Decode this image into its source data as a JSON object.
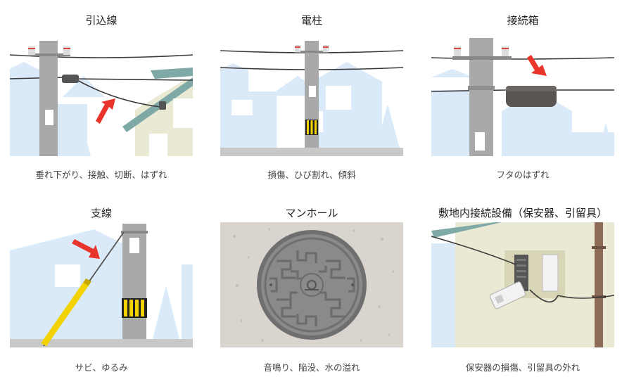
{
  "cards": [
    {
      "title": "引込線",
      "caption": "垂れ下がり、接触、切断、はずれ"
    },
    {
      "title": "電柱",
      "caption": "損傷、ひび割れ、傾斜"
    },
    {
      "title": "接続箱",
      "caption": "フタのはずれ"
    },
    {
      "title": "支線",
      "caption": "サビ、ゆるみ"
    },
    {
      "title": "マンホール",
      "caption": "音鳴り、陥没、水の溢れ"
    },
    {
      "title": "敷地内接続設備（保安器、引留具）",
      "caption": "保安器の損傷、引留具の外れ"
    }
  ],
  "colors": {
    "sky_building": "#dbeaf9",
    "pole": "#a9a9a9",
    "arrow": "#e8342a",
    "ground": "#c8c8c8",
    "manhole_bg": "#d9d4cd",
    "wall": "#eae9d3",
    "yellow": "#f2d200"
  }
}
